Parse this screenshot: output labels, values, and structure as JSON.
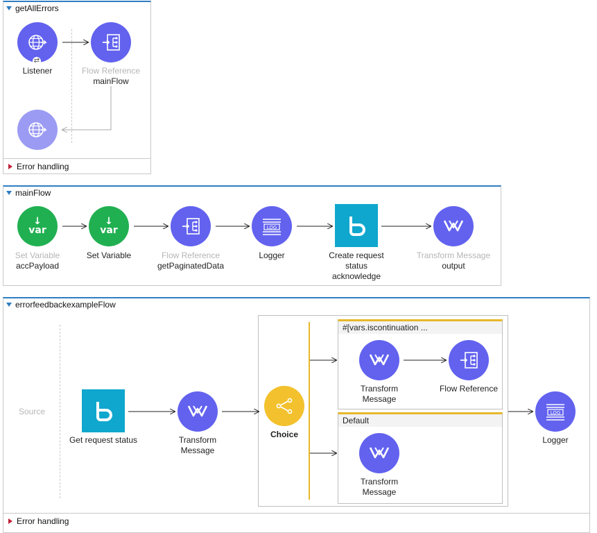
{
  "flows": {
    "getAllErrors": {
      "title": "getAllErrors",
      "error_handling": "Error handling",
      "listener": {
        "name": "Listener",
        "icon": "globe-icon"
      },
      "flow_ref": {
        "type": "Flow Reference",
        "name": "mainFlow",
        "icon": "flow-reference-icon"
      },
      "response": {
        "icon": "globe-icon"
      }
    },
    "mainFlow": {
      "title": "mainFlow",
      "steps": [
        {
          "type": "Set Variable",
          "name": "accPayload",
          "icon": "var-icon"
        },
        {
          "type": "",
          "name": "Set Variable",
          "icon": "var-icon"
        },
        {
          "type": "Flow Reference",
          "name": "getPaginatedData",
          "icon": "flow-reference-icon"
        },
        {
          "type": "",
          "name": "Logger",
          "icon": "log-icon"
        },
        {
          "type": "",
          "name_lines": [
            "Create request",
            "status",
            "acknowledge"
          ],
          "icon": "b-connector-icon"
        },
        {
          "type": "Transform Message",
          "name": "output",
          "icon": "transform-icon"
        }
      ]
    },
    "errorFlow": {
      "title": "errorfeedbackexampleFlow",
      "error_handling": "Error handling",
      "source_label": "Source",
      "get_status": {
        "name": "Get request status",
        "icon": "b-connector-icon"
      },
      "transform1": {
        "name_lines": [
          "Transform",
          "Message"
        ],
        "icon": "transform-icon"
      },
      "choice": {
        "name": "Choice",
        "icon": "choice-icon"
      },
      "route1": {
        "header": "#[vars.iscontinuation ...",
        "transform": {
          "name_lines": [
            "Transform",
            "Message"
          ]
        },
        "flow_ref": {
          "name": "Flow Reference"
        }
      },
      "default_route": {
        "header": "Default",
        "transform": {
          "name_lines": [
            "Transform",
            "Message"
          ]
        }
      },
      "logger": {
        "name": "Logger",
        "icon": "log-icon"
      }
    }
  },
  "colors": {
    "connector_purple": "#6262ef",
    "set_variable_green": "#21b051",
    "choice_yellow": "#f2c12d",
    "b_connector_teal": "#0fa7cd",
    "flow_header_blue": "#2f7dc0",
    "disabled_text": "#b5b5b5"
  }
}
